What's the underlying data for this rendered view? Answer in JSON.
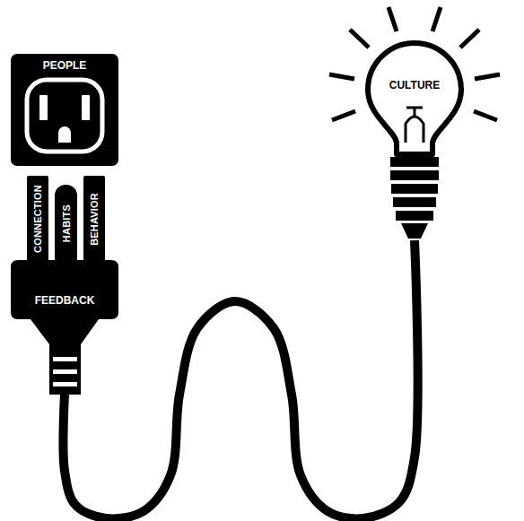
{
  "diagram": {
    "nodes": [
      {
        "text": [
          "PEOPLE"
        ]
      },
      {
        "text": [
          "CONNECTION"
        ]
      },
      {
        "text": [
          "HABITS"
        ]
      },
      {
        "text": [
          "BEHAVIOR"
        ]
      },
      {
        "text": [
          "FEEDBACK"
        ]
      },
      {
        "text": [
          "CULTURE"
        ]
      }
    ],
    "edges": [
      {
        "from": 4,
        "to": 5,
        "arrow": "none"
      }
    ]
  }
}
